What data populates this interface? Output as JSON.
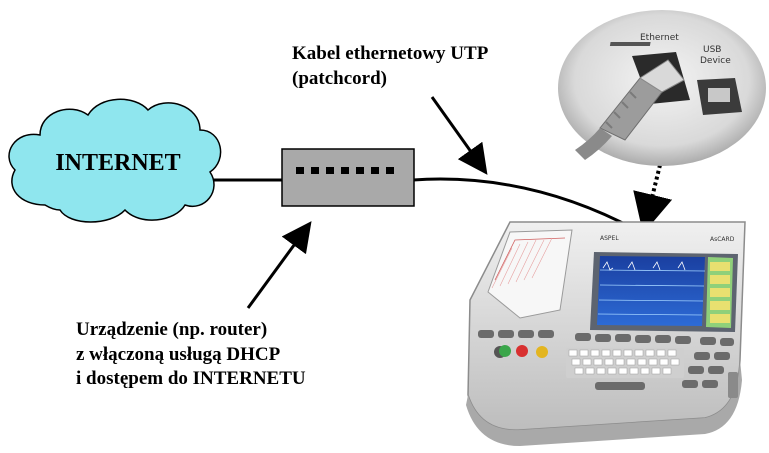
{
  "cloud": {
    "label": "INTERNET",
    "fill": "#8fe6ee"
  },
  "router": {
    "fill": "#a9a9a9"
  },
  "cable_label": {
    "line1": "Kabel ethernetowy UTP",
    "line2": "(patchcord)"
  },
  "device_label": {
    "line1": "Urządzenie (np. router)",
    "line2": "z włączoną usługą DHCP",
    "line3": "i dostępem do INTERNETU"
  },
  "photo": {
    "port_ethernet": "Ethernet",
    "port_usb_line1": "USB",
    "port_usb_line2": "Device"
  },
  "ecg": {
    "brand": "ASPEL",
    "model": "AsCARD"
  }
}
